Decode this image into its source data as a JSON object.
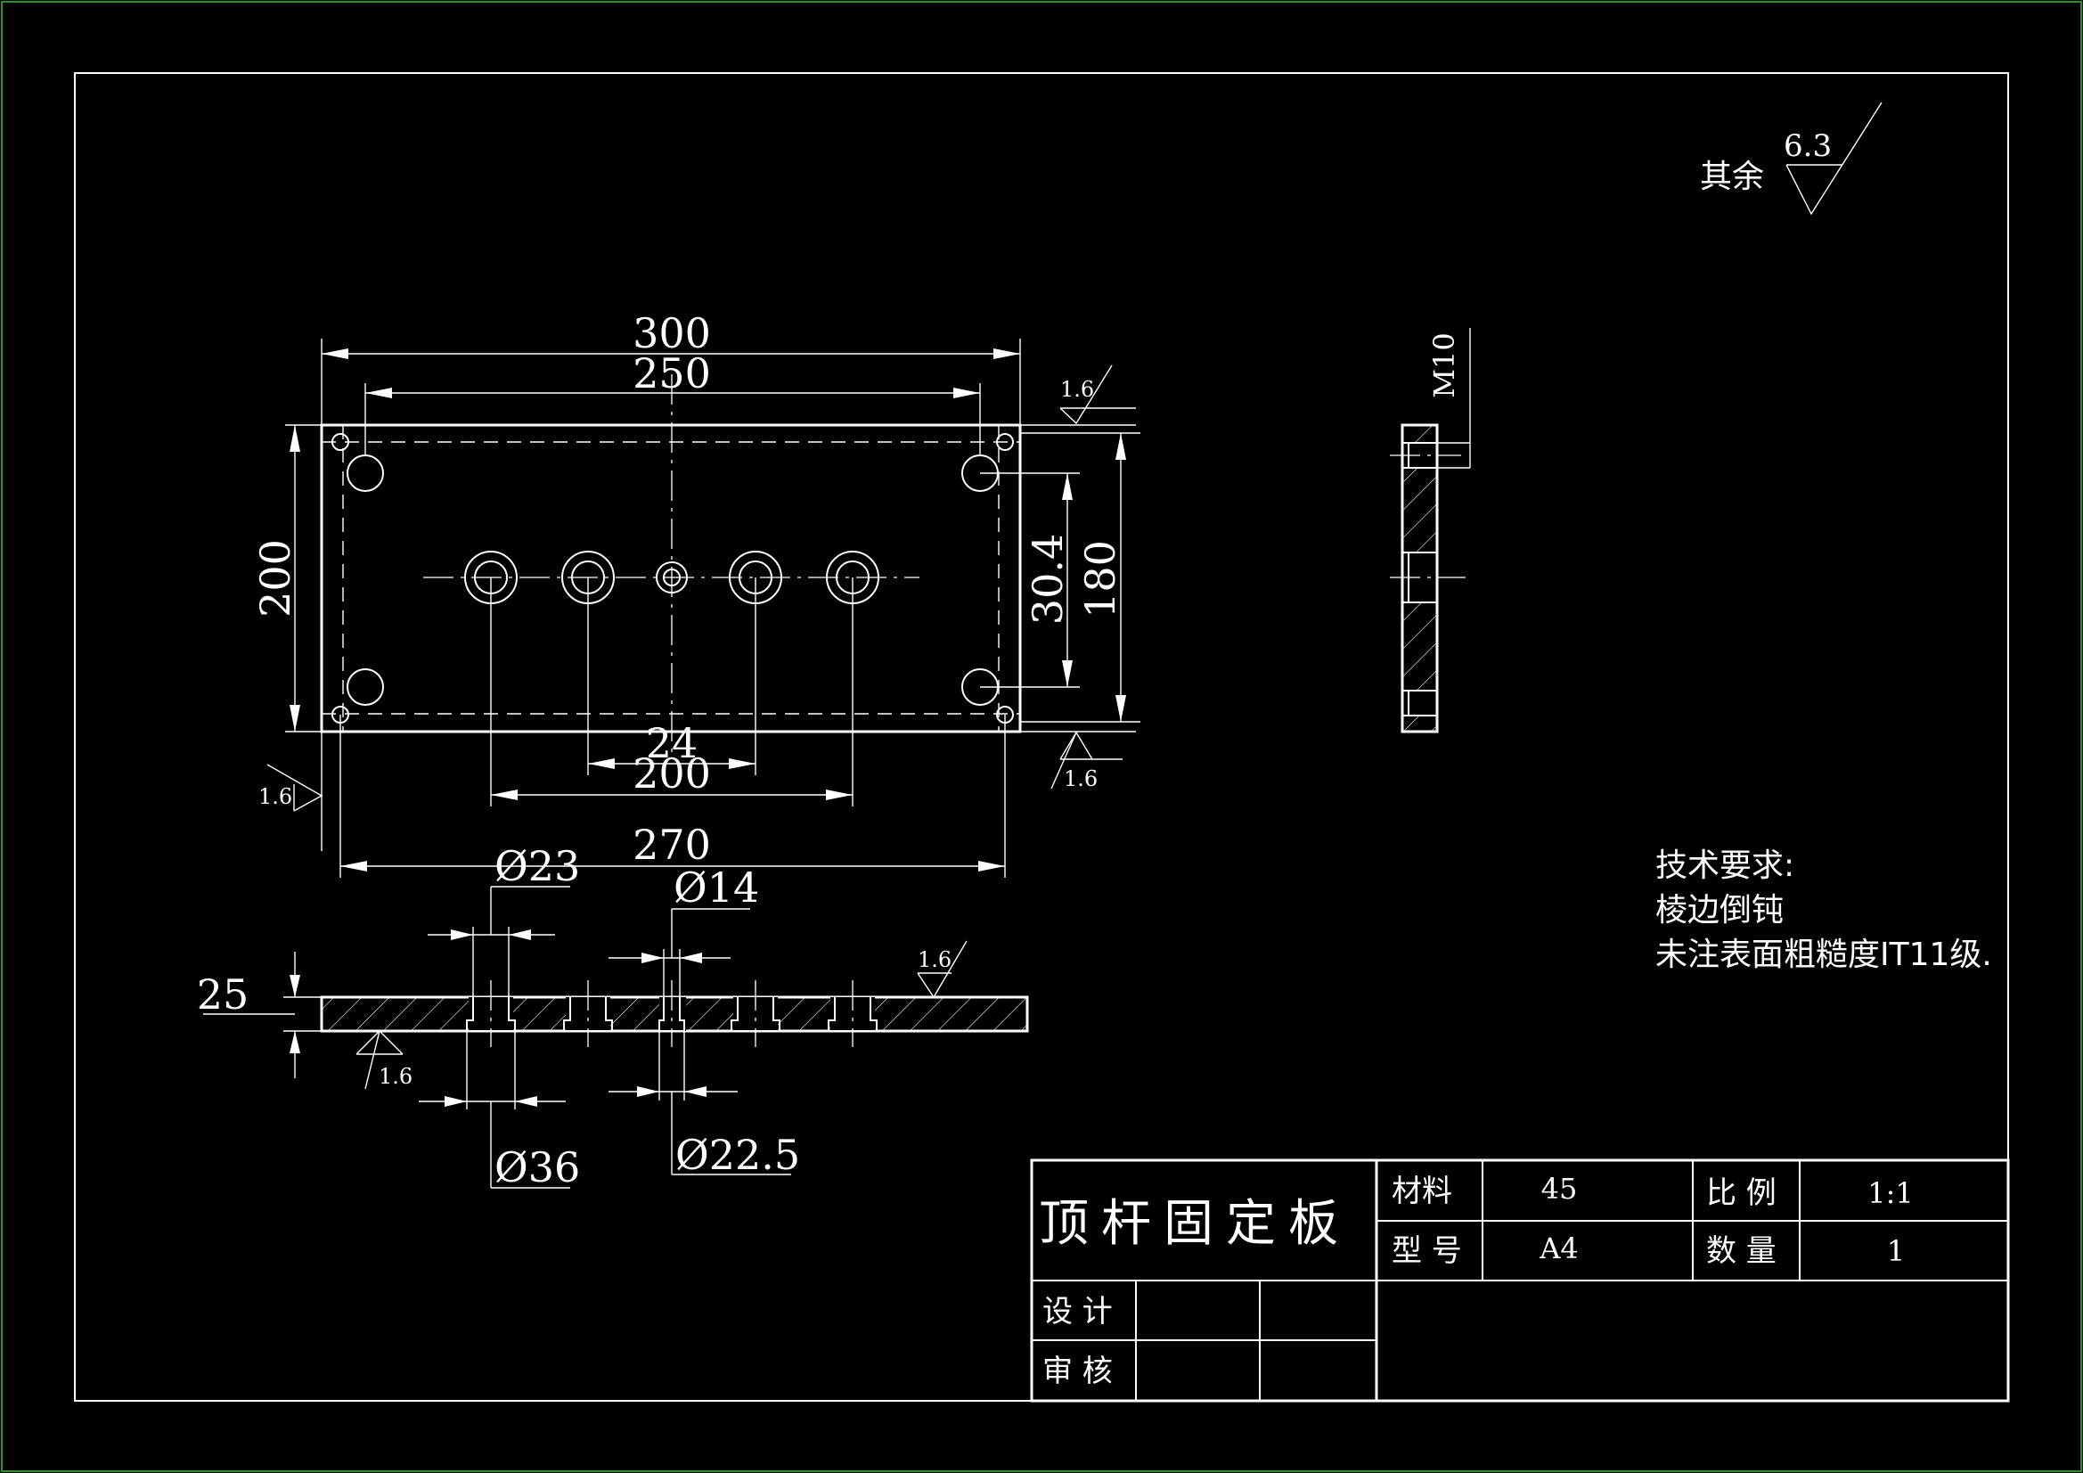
{
  "dimensions": {
    "overall_length": "300",
    "hole_spacing_250": "250",
    "overall_width": "200",
    "hole_spacing_180": "180",
    "offset_30_4": "30.4",
    "hole_spacing_24": "24",
    "hole_spacing_200": "200",
    "hole_spacing_270": "270",
    "thickness": "25",
    "dia_23": "Ø23",
    "dia_14": "Ø14",
    "dia_36": "Ø36",
    "dia_22_5": "Ø22.5",
    "thread": "M10"
  },
  "roughness": {
    "general_label": "其余",
    "general_value": "6.3",
    "top_right": "1.6",
    "bottom_right": "1.6",
    "left": "1.6",
    "section_top": "1.6",
    "section_bottom": "1.6"
  },
  "tech_requirements": {
    "heading": "技术要求:",
    "line1": "棱边倒钝",
    "line2": "未注表面粗糙度IT11级."
  },
  "title_block": {
    "part_name": "顶杆固定板",
    "material_label": "材料",
    "material_value": "45",
    "scale_label": "比 例",
    "scale_value": "1:1",
    "model_label": "型 号",
    "model_value": "A4",
    "quantity_label": "数 量",
    "quantity_value": "1",
    "design_label": "设 计",
    "review_label": "审 核"
  }
}
